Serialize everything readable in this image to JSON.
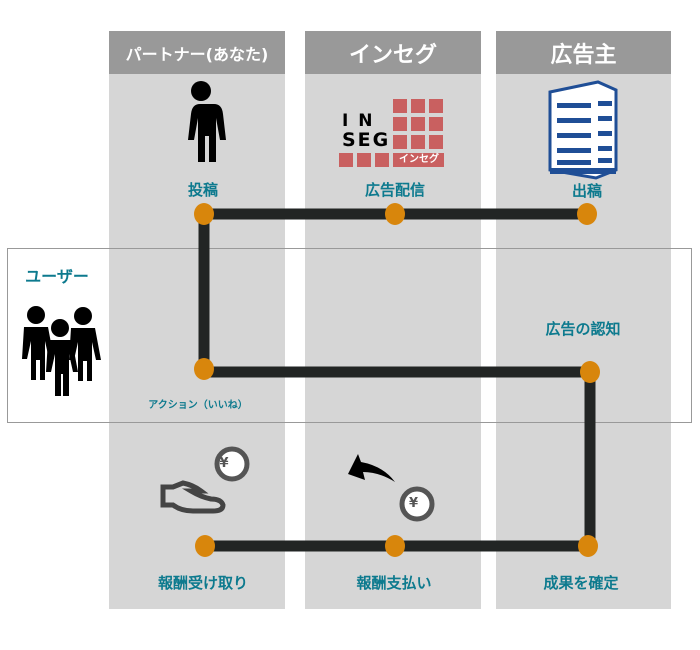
{
  "columns": [
    {
      "title": "パートナー(あなた)"
    },
    {
      "title": "インセグ"
    },
    {
      "title": "広告主"
    }
  ],
  "logo": {
    "line1": "I N",
    "line2": "SEG",
    "kana": "インセグ"
  },
  "user_label": "ユーザー",
  "steps": {
    "post": "投稿",
    "ad_delivery": "広告配信",
    "placement": "出稿",
    "ad_recognition": "広告の認知",
    "action": "アクション（いいね）",
    "reward_receive": "報酬受け取り",
    "reward_pay": "報酬支払い",
    "confirm": "成果を確定"
  },
  "icons": {
    "yen": "¥"
  },
  "colors": {
    "node": "#d8860c",
    "line": "#222524",
    "label": "#0d7a8e",
    "header": "#999999",
    "column": "#d6d6d6"
  }
}
